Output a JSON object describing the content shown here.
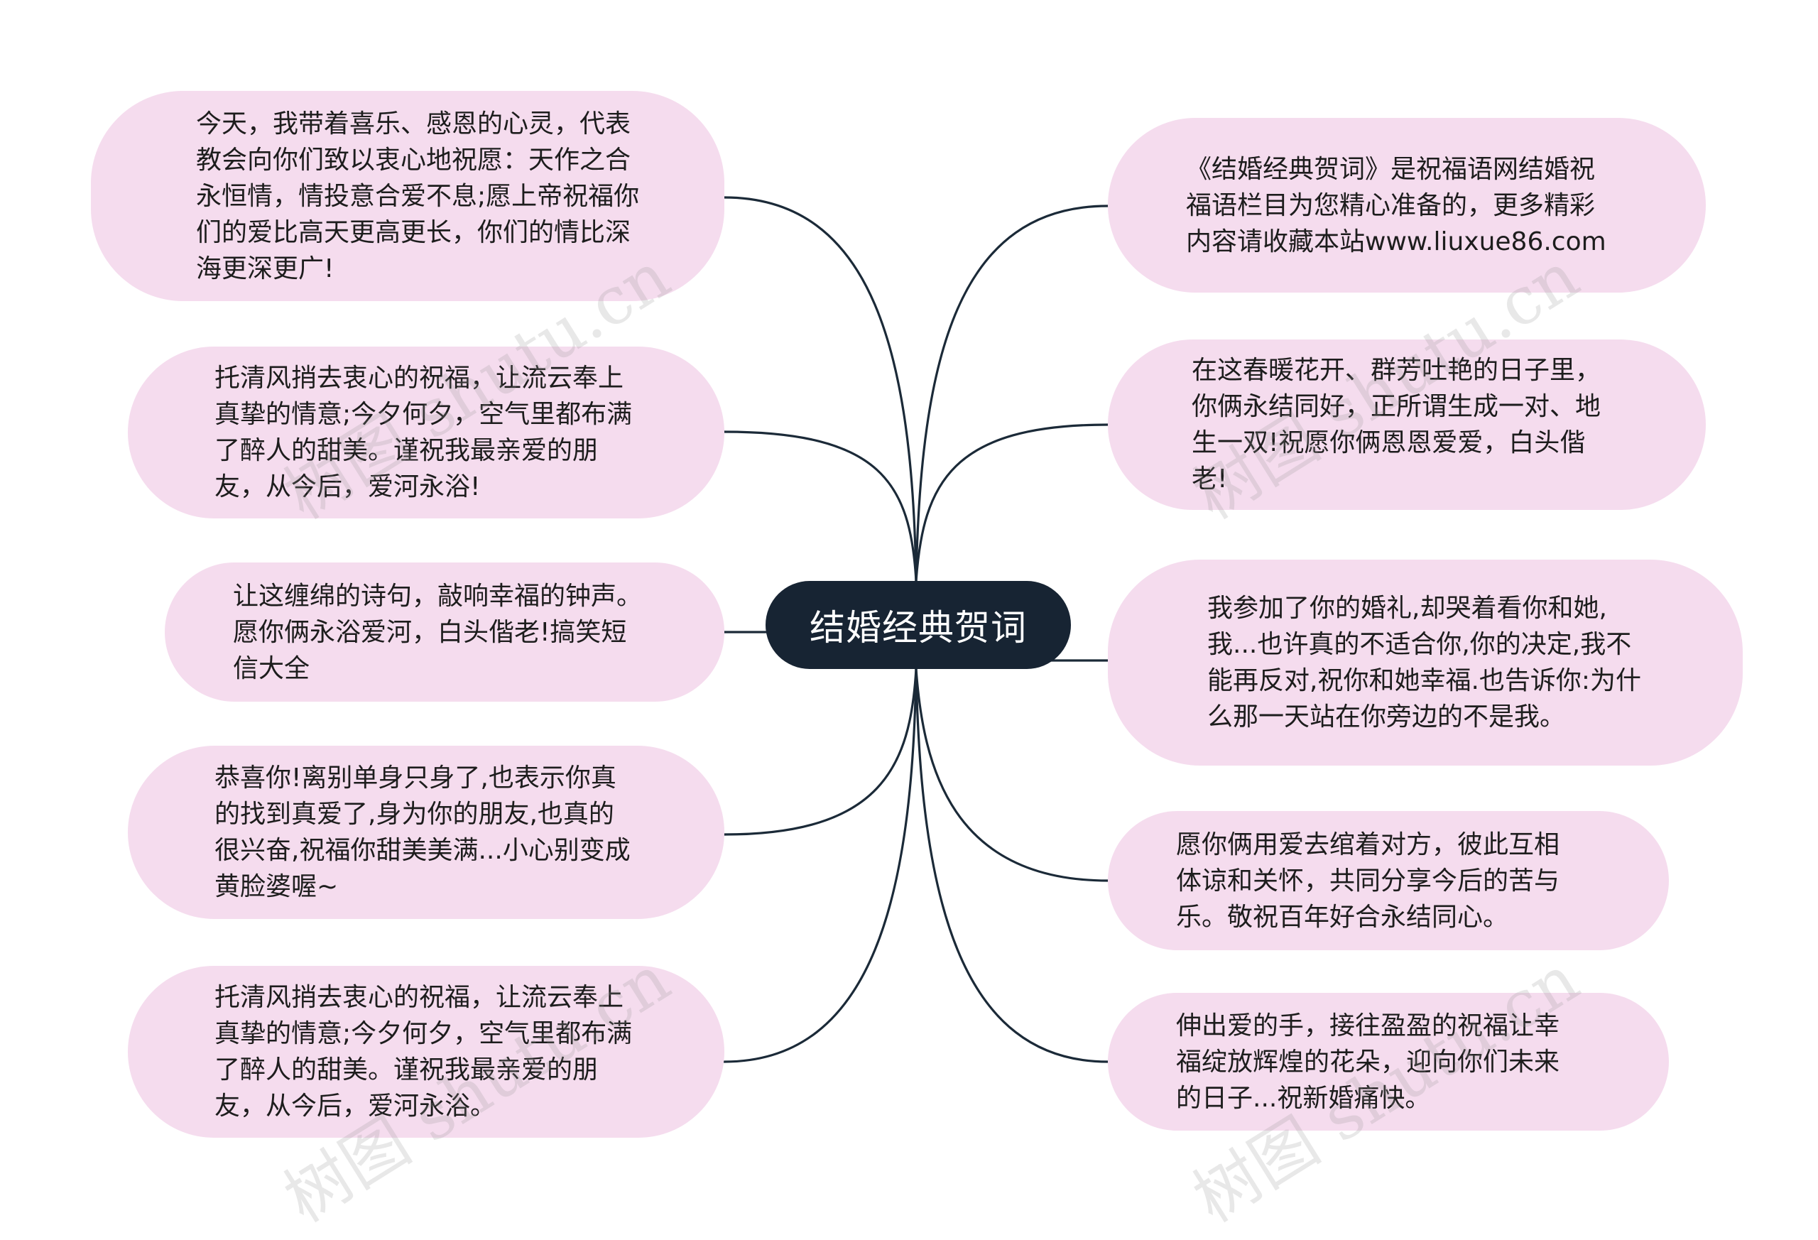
{
  "center": {
    "title": "结婚经典贺词"
  },
  "left_nodes": [
    {
      "text": "今天，我带着喜乐、感恩的心灵，代表教会向你们致以衷心地祝愿：天作之合永恒情，情投意合爱不息;愿上帝祝福你们的爱比高天更高更长，你们的情比深海更深更广!"
    },
    {
      "text": "托清风捎去衷心的祝福，让流云奉上真挚的情意;今夕何夕，空气里都布满了醉人的甜美。谨祝我最亲爱的朋友，从今后，爱河永浴!"
    },
    {
      "text": "让这缠绵的诗句，敲响幸福的钟声。愿你俩永浴爱河，白头偕老!搞笑短信大全"
    },
    {
      "text": "恭喜你!离别单身只身了,也表示你真的找到真爱了,身为你的朋友,也真的很兴奋,祝福你甜美美满...小心别变成黄脸婆喔~"
    },
    {
      "text": "托清风捎去衷心的祝福，让流云奉上真挚的情意;今夕何夕，空气里都布满了醉人的甜美。谨祝我最亲爱的朋友，从今后，爱河永浴。"
    }
  ],
  "right_nodes": [
    {
      "text": "《结婚经典贺词》是祝福语网结婚祝福语栏目为您精心准备的，更多精彩内容请收藏本站www.liuxue86.com"
    },
    {
      "text": "在这春暖花开、群芳吐艳的日子里，你俩永结同好，正所谓生成一对、地生一双!祝愿你俩恩恩爱爱，白头偕老!"
    },
    {
      "text": "我参加了你的婚礼,却哭着看你和她,我...也许真的不适合你,你的决定,我不能再反对,祝你和她幸福.也告诉你:为什么那一天站在你旁边的不是我。"
    },
    {
      "text": "愿你俩用爱去绾着对方，彼此互相体谅和关怀，共同分享今后的苦与乐。敬祝百年好合永结同心。"
    },
    {
      "text": "伸出爱的手，接往盈盈的祝福让幸福绽放辉煌的花朵，迎向你们未来的日子...祝新婚痛快。"
    }
  ],
  "watermarks": [
    "树图 shutu.cn",
    "树图 shutu.cn",
    "树图 shutu.cn",
    "树图 shutu.cn"
  ],
  "colors": {
    "node_fill": "#f5dcee",
    "center_fill": "#172433",
    "line": "#1b2a38",
    "text": "#1d1d1d"
  }
}
